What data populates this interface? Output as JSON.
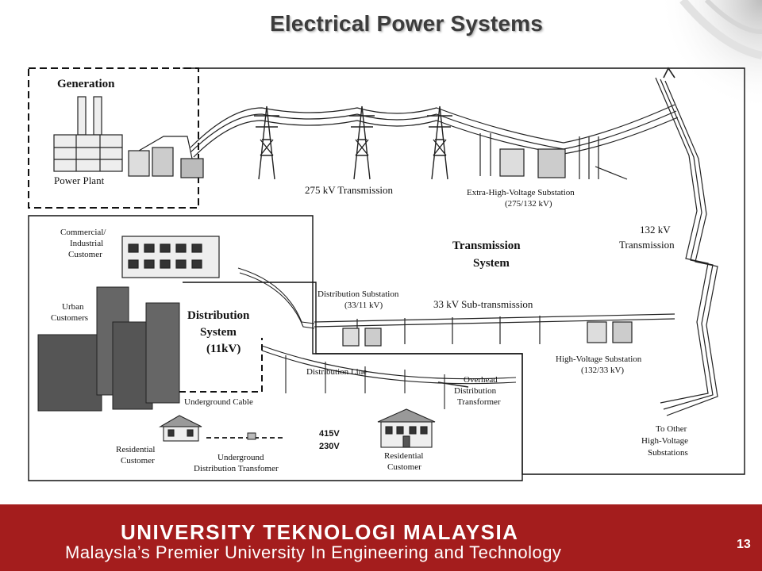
{
  "slide": {
    "title": "Electrical Power Systems",
    "page_number": "13"
  },
  "footer": {
    "university": "UNIVERSITY TEKNOLOGI MALAYSIA",
    "tagline": "Malaysla’s Premier University In Engineering and Technology"
  },
  "diagram": {
    "generation": "Generation",
    "power_plant": "Power Plant",
    "transmission_275": "275 kV Transmission",
    "ehv_substation": [
      "Extra-High-Voltage Substation",
      "(275/132 kV)"
    ],
    "transmission_132": [
      "132 kV",
      "Transmission"
    ],
    "transmission_system": [
      "Transmission",
      "System"
    ],
    "commercial_customer": [
      "Commercial/",
      "Industrial",
      "Customer"
    ],
    "urban_customers": [
      "Urban",
      "Customers"
    ],
    "distribution_system": [
      "Distribution",
      "System",
      "(11kV)"
    ],
    "distribution_substation": [
      "Distribution Substation",
      "(33/11 kV)"
    ],
    "subtransmission_33": "33 kV Sub-transmission",
    "distribution_line": "Distribution Line",
    "overhead_transformer": [
      "Overhead",
      "Distribution",
      "Transformer"
    ],
    "hv_substation": [
      "High-Voltage Substation",
      "(132/33 kV)"
    ],
    "underground_cable": "Underground Cable",
    "residential_customer_left": [
      "Residential",
      "Customer"
    ],
    "underground_transformer": [
      "Underground",
      "Distribution Transfomer"
    ],
    "voltage_labels": [
      "415V",
      "230V"
    ],
    "residential_customer_right": [
      "Residential",
      "Customer"
    ],
    "other_substations": [
      "To Other",
      "High-Voltage",
      "Substations"
    ]
  }
}
